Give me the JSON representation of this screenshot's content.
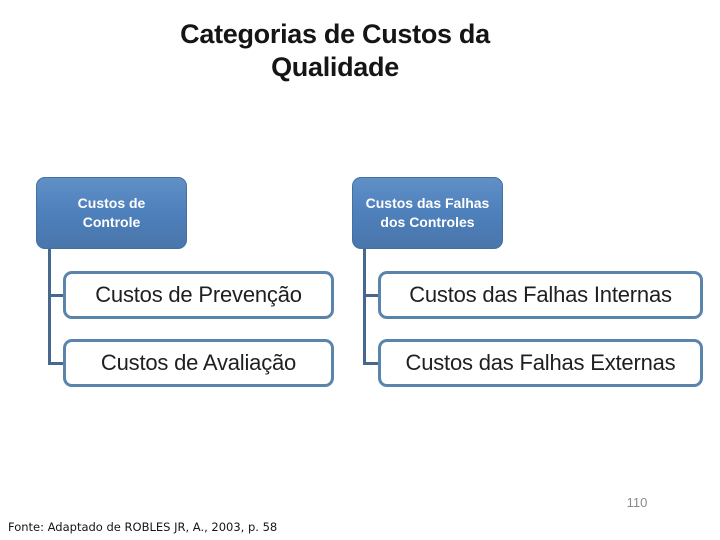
{
  "slide": {
    "title_line1": "Categorias de Custos da",
    "title_line2": "Qualidade",
    "page_number": "110",
    "footer": "Fonte: Adaptado de ROBLES JR, A., 2003, p. 58"
  },
  "diagram": {
    "trees": [
      {
        "parent": {
          "label_line1": "Custos de",
          "label_line2": "Controle"
        },
        "children": [
          "Custos de Prevenção",
          "Custos de Avaliação"
        ]
      },
      {
        "parent": {
          "label_line1": "Custos das Falhas",
          "label_line2": "dos Controles"
        },
        "children": [
          "Custos das Falhas Internas",
          "Custos das Falhas Externas"
        ]
      }
    ],
    "colors": {
      "parent_fill": "#4f81bd",
      "parent_border": "#4470a0",
      "child_border": "#5b84ad",
      "connector": "#47688c",
      "title_text": "#151515",
      "child_text": "#1f1f1f",
      "parent_text": "#ffffff",
      "page_number_text": "#8a8a8a",
      "background": "#ffffff"
    }
  }
}
